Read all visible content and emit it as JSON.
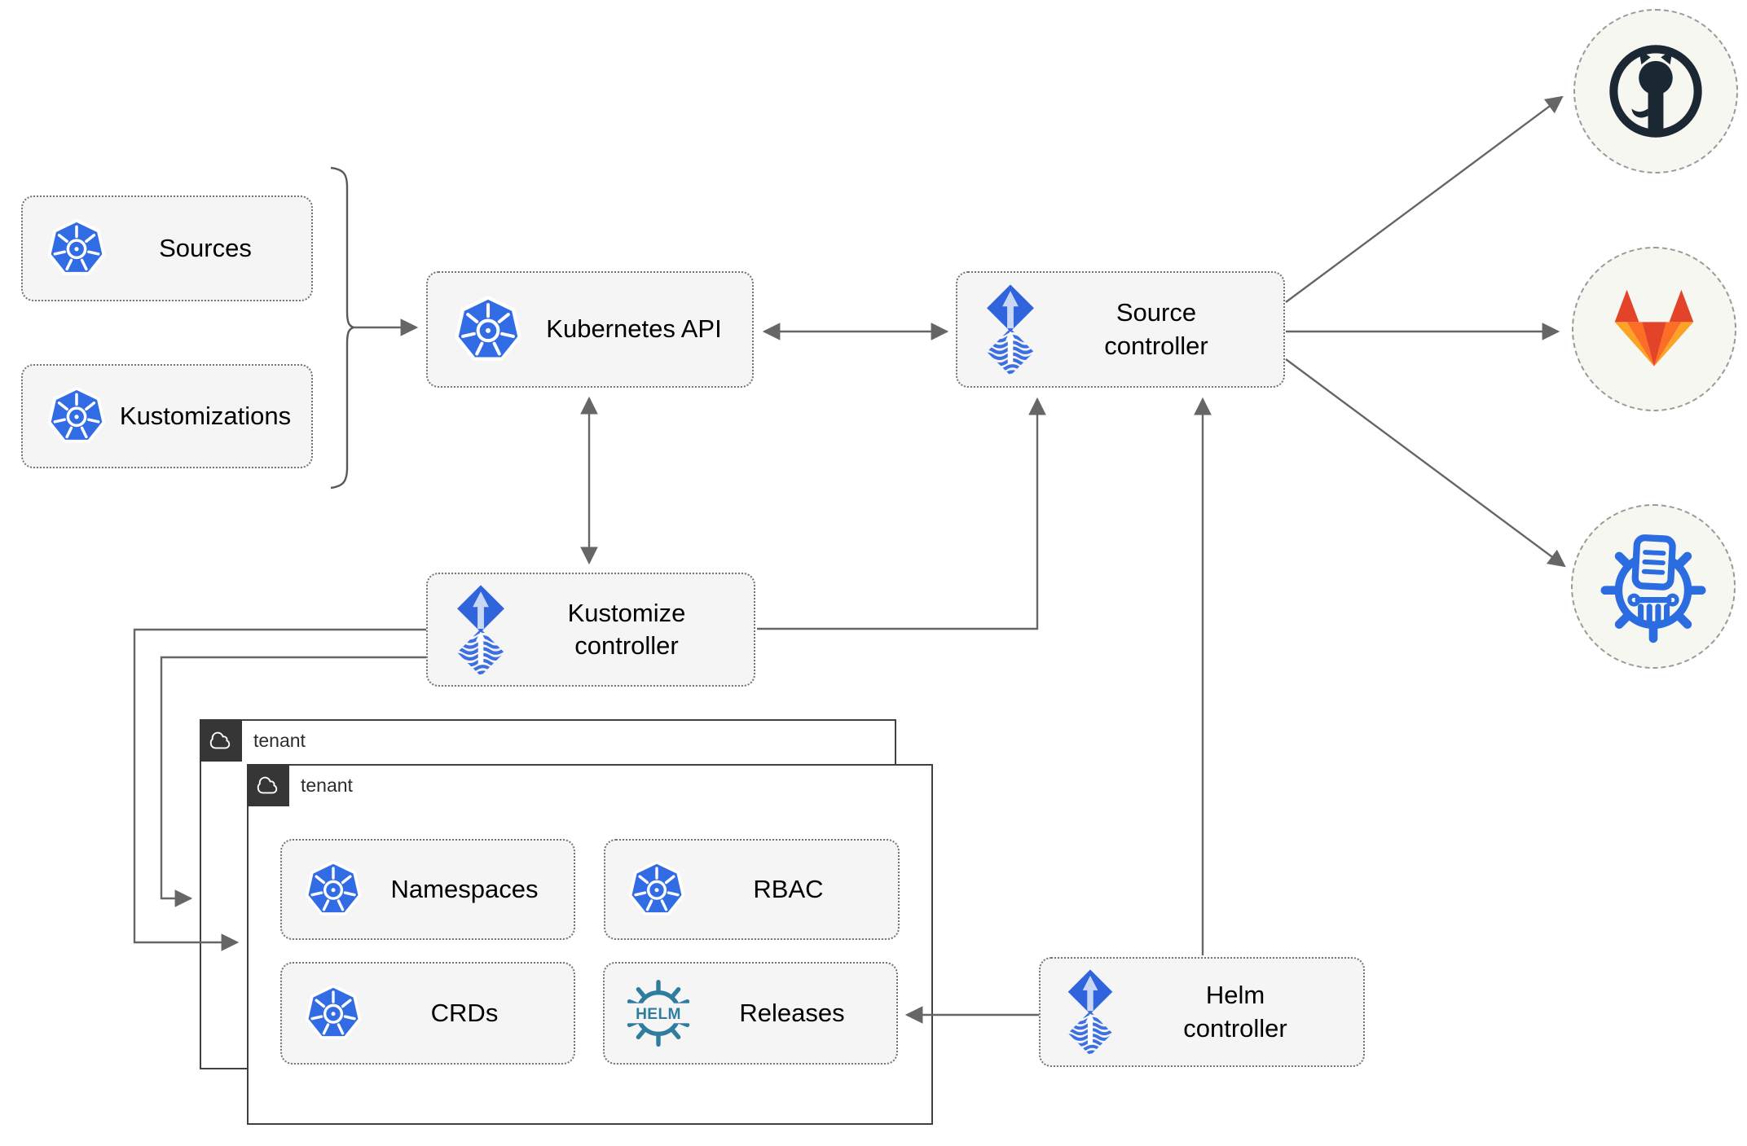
{
  "nodes": {
    "sources": {
      "label": "Sources",
      "icon": "kubernetes-icon"
    },
    "kustomizations": {
      "label": "Kustomizations",
      "icon": "kubernetes-icon"
    },
    "kubernetes_api": {
      "label": "Kubernetes API",
      "icon": "kubernetes-icon"
    },
    "source_controller": {
      "label": "Source\ncontroller",
      "icon": "flux-icon"
    },
    "kustomize_controller": {
      "label": "Kustomize\ncontroller",
      "icon": "flux-icon"
    },
    "helm_controller": {
      "label": "Helm\ncontroller",
      "icon": "flux-icon"
    },
    "tenant_back": {
      "label": "tenant",
      "icon": "cloud-icon"
    },
    "tenant_front": {
      "label": "tenant",
      "icon": "cloud-icon"
    },
    "namespaces": {
      "label": "Namespaces",
      "icon": "kubernetes-icon"
    },
    "rbac": {
      "label": "RBAC",
      "icon": "kubernetes-icon"
    },
    "crds": {
      "label": "CRDs",
      "icon": "kubernetes-icon"
    },
    "releases": {
      "label": "Releases",
      "icon": "helm-wheel-icon",
      "icon_text": "HELM"
    },
    "github": {
      "icon": "github-icon"
    },
    "gitlab": {
      "icon": "gitlab-icon"
    },
    "helm_repository": {
      "icon": "helm-repository-icon"
    }
  },
  "edges": [
    {
      "from": "sources & kustomizations",
      "to": "kubernetes_api",
      "style": "brace-arrow"
    },
    {
      "from": "kubernetes_api",
      "to": "source_controller",
      "style": "bidirectional"
    },
    {
      "from": "kubernetes_api",
      "to": "kustomize_controller",
      "style": "bidirectional"
    },
    {
      "from": "kustomize_controller",
      "to": "source_controller",
      "style": "arrow"
    },
    {
      "from": "kustomize_controller",
      "to": "tenant_front",
      "style": "arrow"
    },
    {
      "from": "kustomize_controller",
      "to": "tenant_back",
      "style": "arrow"
    },
    {
      "from": "helm_controller",
      "to": "source_controller",
      "style": "arrow"
    },
    {
      "from": "helm_controller",
      "to": "releases",
      "style": "arrow"
    },
    {
      "from": "source_controller",
      "to": "github",
      "style": "arrow"
    },
    {
      "from": "source_controller",
      "to": "gitlab",
      "style": "arrow"
    },
    {
      "from": "source_controller",
      "to": "helm_repository",
      "style": "arrow"
    }
  ],
  "colors": {
    "kubernetes_blue": "#326ce5",
    "flux_blue": "#3064dc",
    "flux_arrow_light": "#c7d7f4",
    "helm_teal": "#2e7d9f",
    "github_dark": "#1b2733",
    "gitlab_red": "#e24329",
    "gitlab_orange": "#fc6d26",
    "gitlab_amber": "#fca326",
    "registry_blue": "#2b6de0",
    "connector_gray": "#666666",
    "node_fill": "#f5f5f5"
  }
}
